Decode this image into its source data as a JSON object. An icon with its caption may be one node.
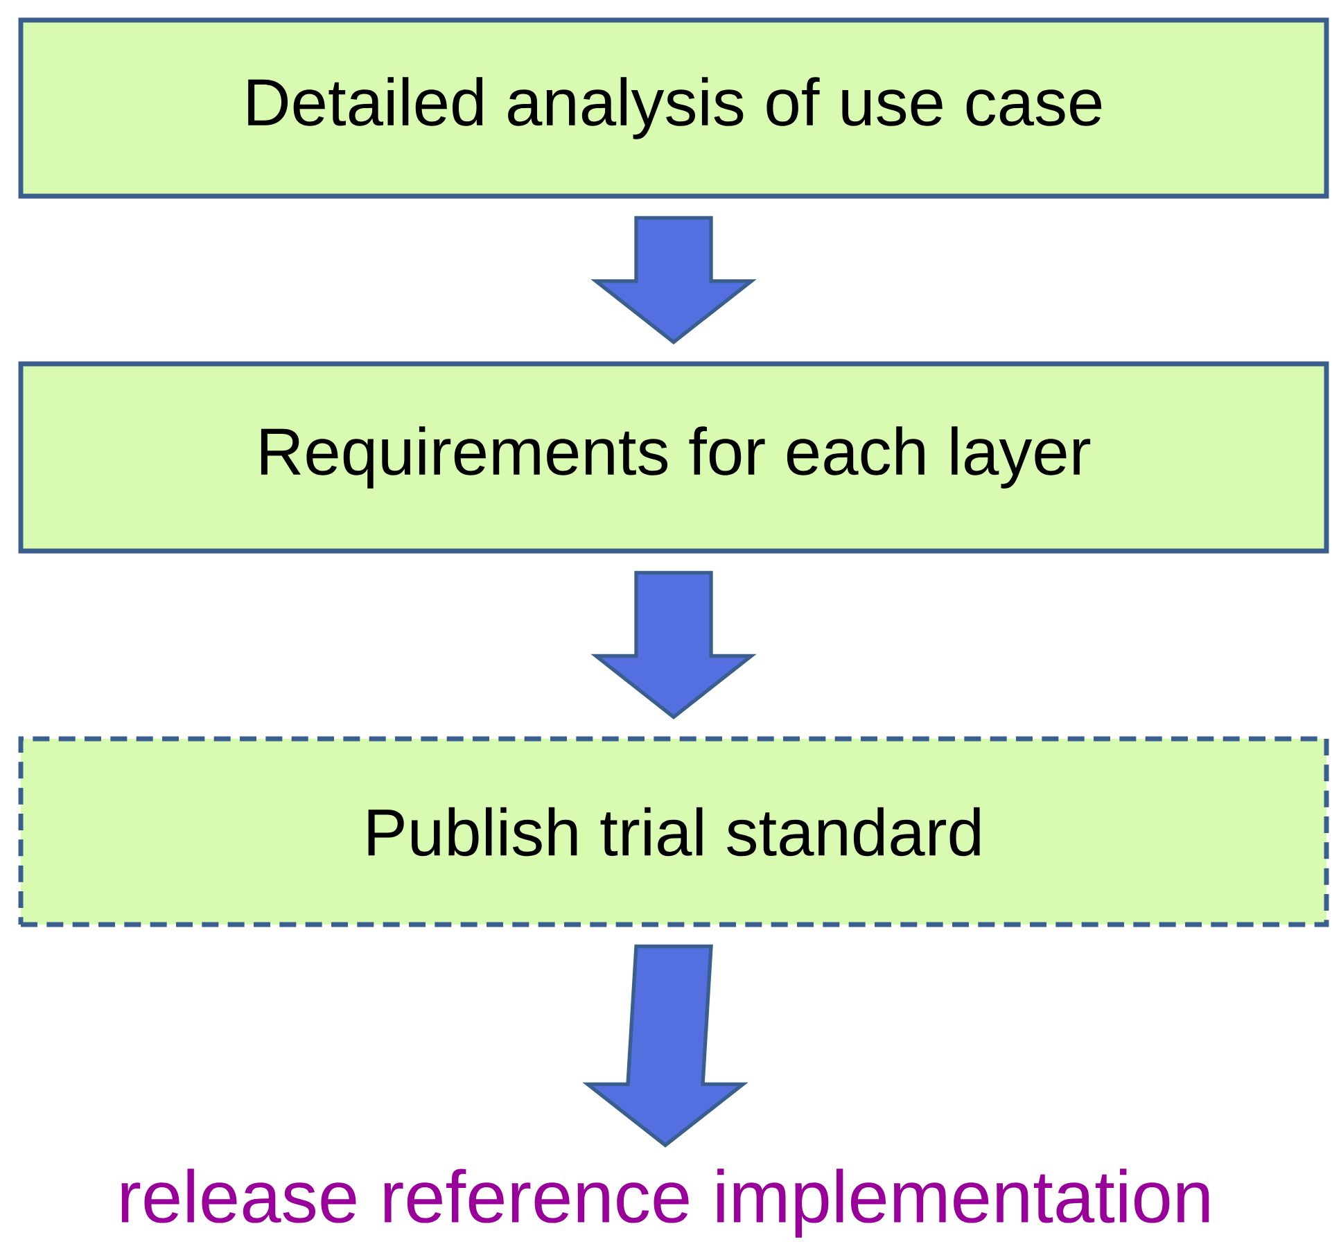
{
  "diagram": {
    "nodes": [
      {
        "text": [
          "Detailed analysis of use case"
        ]
      },
      {
        "text": [
          "Requirements for each layer"
        ]
      },
      {
        "text": [
          "Publish trial standard"
        ]
      },
      {
        "text": [
          "release reference implementation"
        ]
      }
    ],
    "edges": [
      {
        "from": 0,
        "to": 1,
        "arrow": "to"
      },
      {
        "from": 1,
        "to": 2,
        "arrow": "to"
      },
      {
        "from": 2,
        "to": 3,
        "arrow": "to"
      }
    ]
  }
}
